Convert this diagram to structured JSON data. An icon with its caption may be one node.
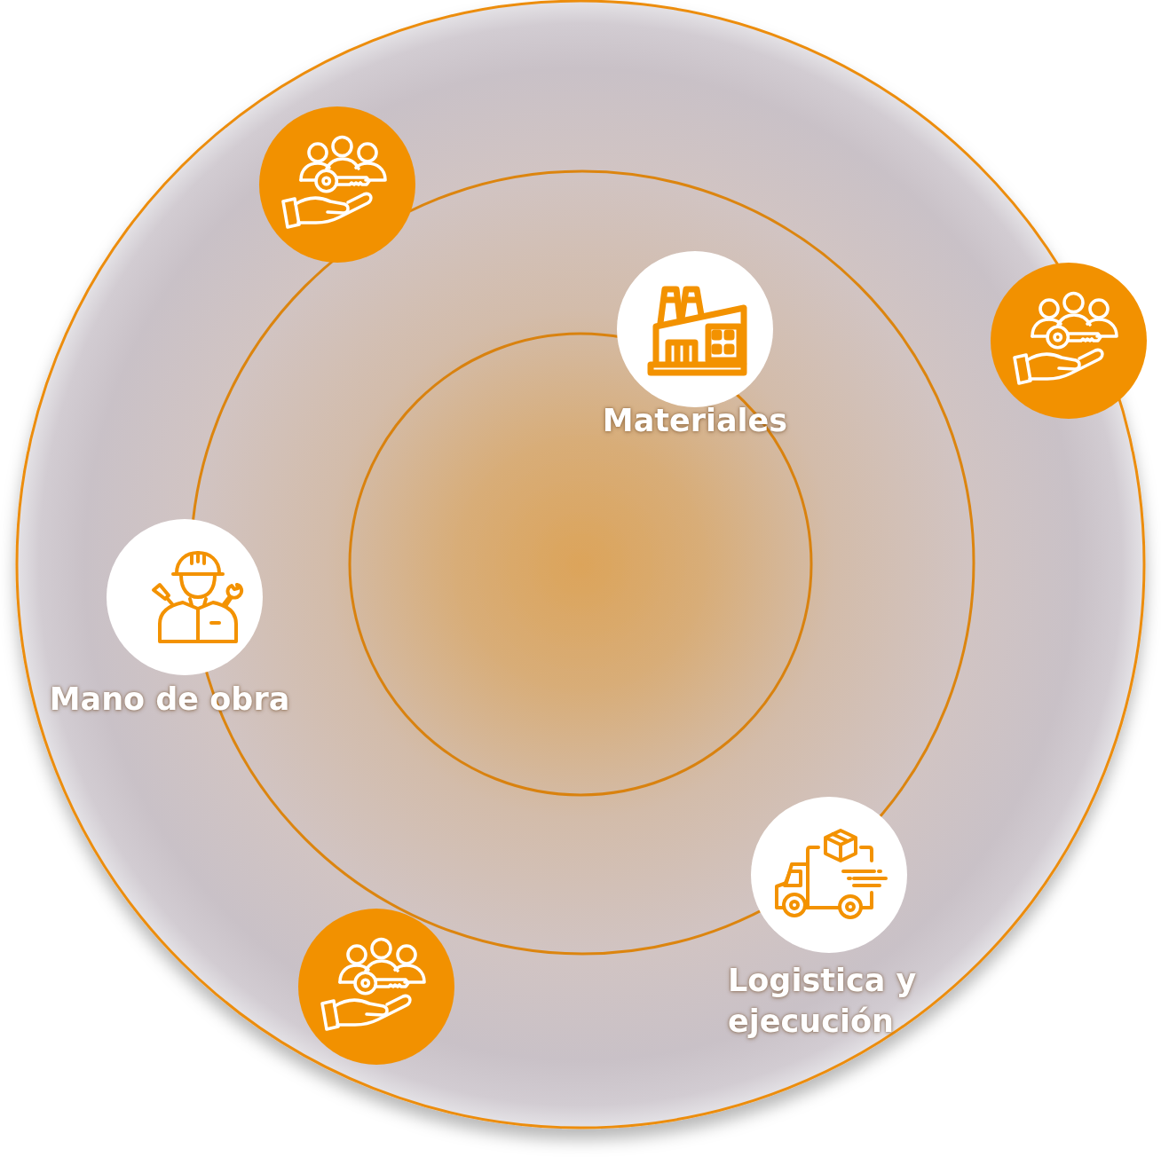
{
  "diagram": {
    "nodes": [
      {
        "text": [],
        "shape": "circle"
      },
      {
        "text": [
          "Materiales"
        ]
      },
      {
        "text": [],
        "shape": "circle"
      },
      {
        "text": [
          "Mano de obra"
        ]
      },
      {
        "text": [
          "Logistica y ejecución"
        ]
      },
      {
        "text": [],
        "shape": "circle"
      }
    ]
  }
}
